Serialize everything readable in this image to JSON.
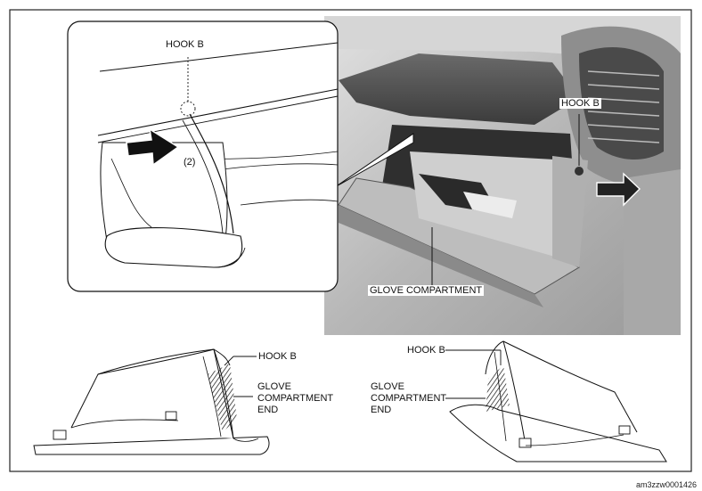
{
  "labels": {
    "inset_hook": "HOOK B",
    "inset_step": "(2)",
    "photo_hook": "HOOK B",
    "photo_glove": "GLOVE COMPARTMENT",
    "left_hook": "HOOK B",
    "left_glove_1": "GLOVE",
    "left_glove_2": "COMPARTMENT",
    "left_glove_3": "END",
    "right_hook": "HOOK B",
    "right_glove_1": "GLOVE",
    "right_glove_2": "COMPARTMENT",
    "right_glove_3": "END"
  },
  "reference_code": "am3zzw0001426",
  "colors": {
    "ink": "#111111",
    "photo_dark": "#3a3a3a",
    "photo_mid": "#8c8c8c",
    "photo_light": "#cfcfcf"
  }
}
